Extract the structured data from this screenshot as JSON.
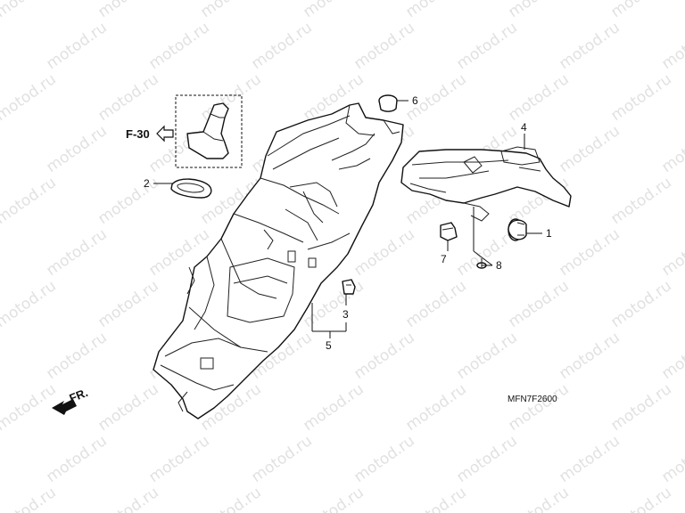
{
  "diagram": {
    "watermark_text": "motod.ru",
    "drawing_code": "MFN7F2600",
    "reference_label": "F-30",
    "front_label": "FR.",
    "callouts": {
      "c1": "1",
      "c2": "2",
      "c3": "3",
      "c4": "4",
      "c5": "5",
      "c6": "6",
      "c7": "7",
      "c8": "8"
    }
  }
}
